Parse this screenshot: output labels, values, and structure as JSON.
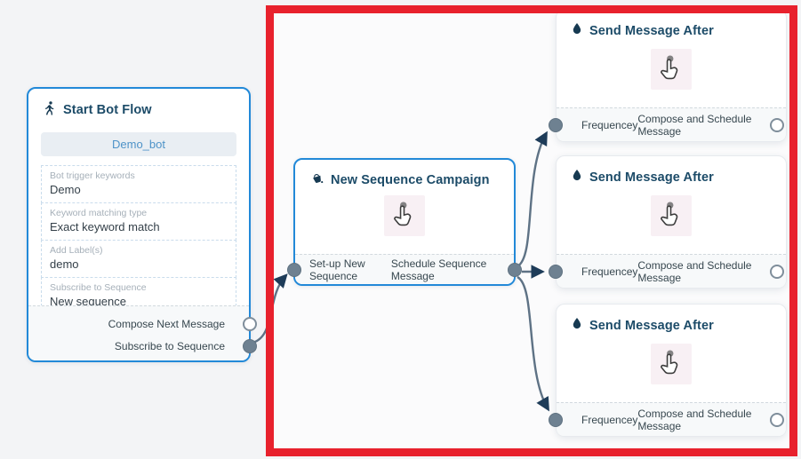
{
  "colors": {
    "accent_blue": "#2289d8",
    "frame_red": "#e8212d",
    "port_gray": "#6e8191",
    "arrow_navy": "#1e3c59",
    "title_navy": "#1c4b68",
    "connector_gray": "#5e7285"
  },
  "icons": {
    "start": "walking-person-icon",
    "campaign": "ink-bottle-icon",
    "message": "water-drop-icon",
    "placeholder": "hand-cursor-icon"
  },
  "start_node": {
    "title": "Start Bot Flow",
    "bot_name": "Demo_bot",
    "fields": [
      {
        "label": "Bot trigger keywords",
        "value": "Demo"
      },
      {
        "label": "Keyword matching type",
        "value": "Exact keyword match"
      },
      {
        "label": "Add Label(s)",
        "value": "demo"
      },
      {
        "label": "Subscribe to Sequence",
        "value": "New sequence"
      }
    ],
    "outputs": [
      {
        "label": "Compose Next Message",
        "connected": false
      },
      {
        "label": "Subscribe to Sequence",
        "connected": true
      }
    ]
  },
  "campaign_node": {
    "title": "New Sequence Campaign",
    "input_label": "Set-up New Sequence",
    "output_label": "Schedule Sequence Message"
  },
  "message_nodes": [
    {
      "title": "Send Message After",
      "input_label": "Frequencey",
      "output_label": "Compose and Schedule Message"
    },
    {
      "title": "Send Message After",
      "input_label": "Frequencey",
      "output_label": "Compose and Schedule Message"
    },
    {
      "title": "Send Message After",
      "input_label": "Frequencey",
      "output_label": "Compose and Schedule Message"
    }
  ]
}
